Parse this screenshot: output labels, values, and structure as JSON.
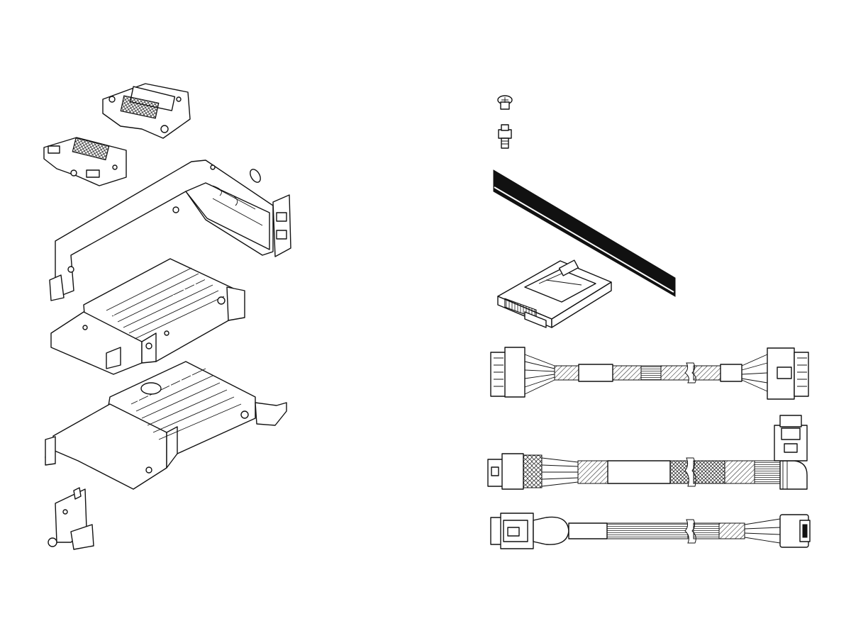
{
  "title": "",
  "parts": [
    {
      "id": "riser-card-large",
      "icon": "riser-card-icon"
    },
    {
      "id": "riser-card-small",
      "icon": "riser-card-icon"
    },
    {
      "id": "riser-bracket",
      "icon": "bracket-icon"
    },
    {
      "id": "drive-cage-upper",
      "icon": "drive-cage-icon"
    },
    {
      "id": "drive-cage-lower",
      "icon": "drive-cage-icon"
    },
    {
      "id": "small-bracket",
      "icon": "bracket-icon"
    },
    {
      "id": "screw-flat",
      "icon": "screw-icon"
    },
    {
      "id": "screw-thumb",
      "icon": "screw-icon"
    },
    {
      "id": "mylar-strip",
      "icon": "strip-icon"
    },
    {
      "id": "drive-adapter-tray",
      "icon": "tray-icon"
    },
    {
      "id": "power-cable",
      "icon": "cable-icon"
    },
    {
      "id": "sas-cable-right-angle",
      "icon": "cable-icon"
    },
    {
      "id": "sas-cable-straight",
      "icon": "cable-icon"
    }
  ]
}
